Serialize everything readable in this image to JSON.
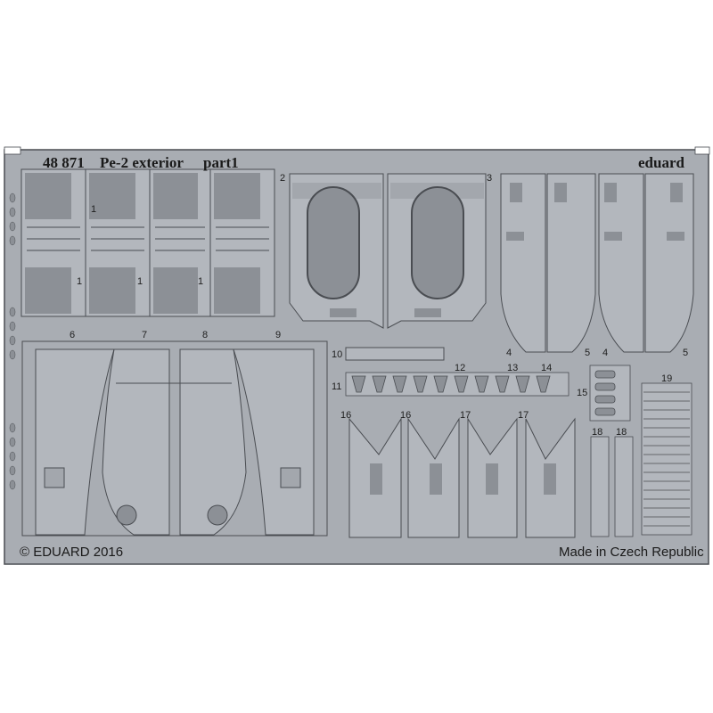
{
  "header": {
    "set_number": "48 871",
    "title": "Pe-2 exterior",
    "part": "part1",
    "brand": "eduard"
  },
  "footer": {
    "copyright": "© EDUARD 2016",
    "origin": "Made in Czech Republic"
  },
  "part_numbers": {
    "p1": "1",
    "p2": "2",
    "p3": "3",
    "p4": "4",
    "p5": "5",
    "p6": "6",
    "p7": "7",
    "p8": "8",
    "p9": "9",
    "p10": "10",
    "p11": "11",
    "p12": "12",
    "p13": "13",
    "p14": "14",
    "p15": "15",
    "p16": "16",
    "p17": "17",
    "p18": "18",
    "p19": "19"
  },
  "colors": {
    "fret_background": "#a9adb3",
    "part_surface": "#b3b7bd",
    "etched_recess": "#8c9096",
    "outline": "#4a4d52",
    "rivet": "#6d7177"
  }
}
